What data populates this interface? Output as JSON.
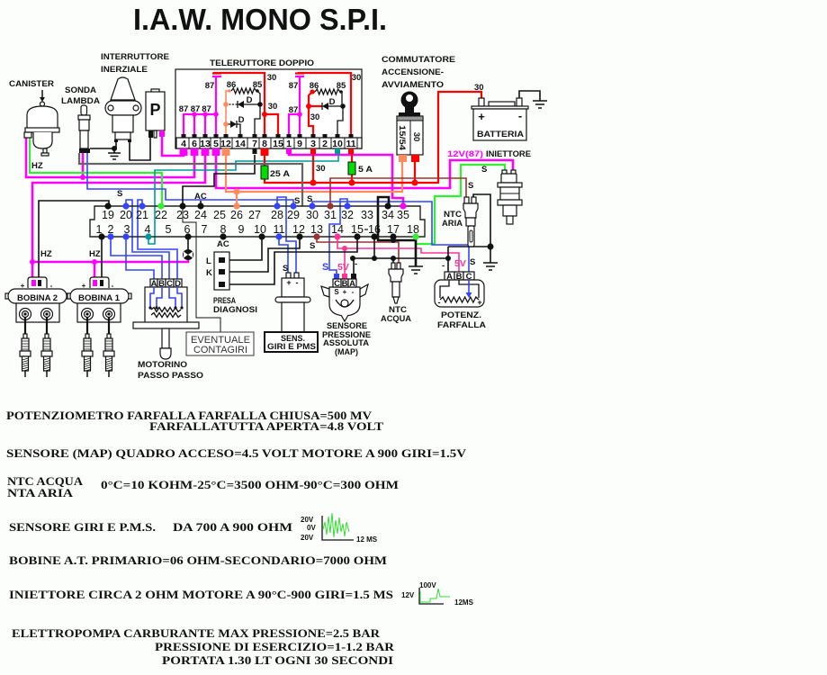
{
  "title": "I.A.W. MONO S.P.I.",
  "wire_colors": {
    "magenta": "#ff00ff",
    "green": "#33ee33",
    "blue": "#3344ff",
    "teal": "#009999",
    "salmon": "#ff8a5c",
    "red": "#ff0000",
    "maroon": "#993333",
    "pink": "#ff3399",
    "black": "#111111",
    "gray": "#666666",
    "fuse": "#00dd00",
    "waveform": "#33dd33"
  },
  "canister": {
    "label": "CANISTER",
    "wire_label": "HZ"
  },
  "lambda_sensor": {
    "label": [
      "SONDA",
      "LAMBDA"
    ]
  },
  "inertia_switch": {
    "label": [
      "INTERRUTTORE",
      "INERZIALE"
    ]
  },
  "pressure_switch": {
    "symbol": "P"
  },
  "relay": {
    "label": "TELERUTTORE DOPPIO",
    "pins": [
      "4",
      "6",
      "13",
      "5",
      "12",
      "14",
      "7",
      "8",
      "15",
      "1",
      "9",
      "3",
      "2",
      "10",
      "11"
    ],
    "left": {
      "output_87": [
        "87",
        "87",
        "87"
      ],
      "contact_87": "87",
      "coil": [
        "86",
        "85"
      ],
      "feed_30": [
        "30",
        "30"
      ],
      "diodes": [
        "D",
        "D"
      ]
    },
    "right": {
      "contact_87": "87",
      "output_87": "87",
      "coil": [
        "86",
        "85"
      ],
      "feed_30": [
        "30",
        "30"
      ],
      "diode": "D"
    }
  },
  "fuses": {
    "main": "25 A",
    "secondary": "5 A",
    "feed_label": "30"
  },
  "ignition_switch": {
    "label": [
      "COMMUTATORE",
      "ACCENSIONE-",
      "AVVIAMENTO"
    ],
    "terminals": [
      "15/54",
      "30"
    ]
  },
  "battery": {
    "label": "BATTERIA",
    "feed_label": "30",
    "plus": "+",
    "minus": "-"
  },
  "injector": {
    "label": "INIETTORE",
    "supply_label": "12V(87)",
    "signal_label": "S"
  },
  "ntc_air": {
    "label": [
      "NTC",
      "ARIA"
    ],
    "signal_label": "S"
  },
  "ecu": {
    "top_pins": [
      "19",
      "20",
      "21",
      "22",
      "23",
      "24",
      "25",
      "26",
      "27",
      "28",
      "29",
      "30",
      "31",
      "32",
      "33",
      "34",
      "35"
    ],
    "bottom_pins": [
      "1",
      "2",
      "3",
      "4",
      "5",
      "6",
      "7",
      "8",
      "9",
      "10",
      "11",
      "12",
      "13",
      "14",
      "15",
      "16",
      "17",
      "18"
    ],
    "wire_labels": {
      "lambda": "S",
      "pin29": "S",
      "pin30": "S",
      "pin13": "S",
      "pin24": "AC",
      "pin8": "AC"
    }
  },
  "ignition_coils": [
    {
      "label": "BOBINA 2",
      "plus": "+",
      "minus": "-",
      "wire_label": "HZ"
    },
    {
      "label": "BOBINA 1",
      "plus": "+",
      "minus": "-",
      "wire_label": "HZ"
    }
  ],
  "stepper_motor": {
    "label": [
      "MOTORINO",
      "PASSO PASSO"
    ],
    "pins": [
      "A",
      "B",
      "C",
      "D"
    ]
  },
  "diagnostic_socket": {
    "label": [
      "PRESA",
      "DIAGNOSI"
    ],
    "pins": [
      "L",
      "K"
    ]
  },
  "tachometer": {
    "label": [
      "EVENTUALE",
      "CONTAGIRI"
    ]
  },
  "rpm_sensor": {
    "label": [
      "SENS.",
      "GIRI E PMS"
    ],
    "terminals": [
      "+",
      "-"
    ],
    "signal_label": "S"
  },
  "map_sensor": {
    "label": [
      "SENSORE",
      "PRESSIONE",
      "ASSOLUTA",
      "(MAP)"
    ],
    "pins": [
      "C",
      "B",
      "A"
    ],
    "pin_functions": [
      "S",
      "+",
      "-"
    ],
    "wire_labels": [
      "S",
      "5V",
      "-"
    ]
  },
  "ntc_water": {
    "label": [
      "NTC",
      "ACQUA"
    ]
  },
  "throttle_pot": {
    "label": [
      "POTENZ.",
      "FARFALLA"
    ],
    "pins": [
      "A",
      "B",
      "C"
    ],
    "track_ends": [
      "-",
      "+"
    ],
    "wire_labels": [
      "-",
      "5V",
      "S"
    ]
  },
  "notes": {
    "throttle_pot": [
      "POTENZIOMETRO FARFALLA FARFALLA CHIUSA=500 MV",
      "FARFALLATUTTA APERTA=4.8 VOLT"
    ],
    "map": "SENSORE (MAP) QUADRO ACCESO=4.5 VOLT MOTORE A 900 GIRI=1.5V",
    "ntc": {
      "labels": [
        "NTC ACQUA",
        "NTA ARIA"
      ],
      "values": "0°C=10 KOHM-25°C=3500 OHM-90°C=300 OHM"
    },
    "rpm_sensor": {
      "label": "SENSORE GIRI E P.M.S.",
      "value": "DA 700 A 900 OHM",
      "waveform": {
        "top": "20V",
        "mid": "0V",
        "bottom": "20V",
        "time": "12 MS"
      }
    },
    "coils": "BOBINE A.T. PRIMARIO=06 OHM-SECONDARIO=7000 OHM",
    "injector": {
      "text": "INIETTORE CIRCA 2 OHM MOTORE A 90°C-900 GIRI=1.5 MS",
      "waveform": {
        "peak": "100V",
        "base": "12V",
        "time": "12MS"
      }
    },
    "fuel_pump": [
      "ELETTROPOMPA CARBURANTE MAX PRESSIONE=2.5 BAR",
      "PRESSIONE DI ESERCIZIO=1-1.2 BAR",
      "PORTATA 1.30 LT OGNI 30 SECONDI"
    ]
  }
}
